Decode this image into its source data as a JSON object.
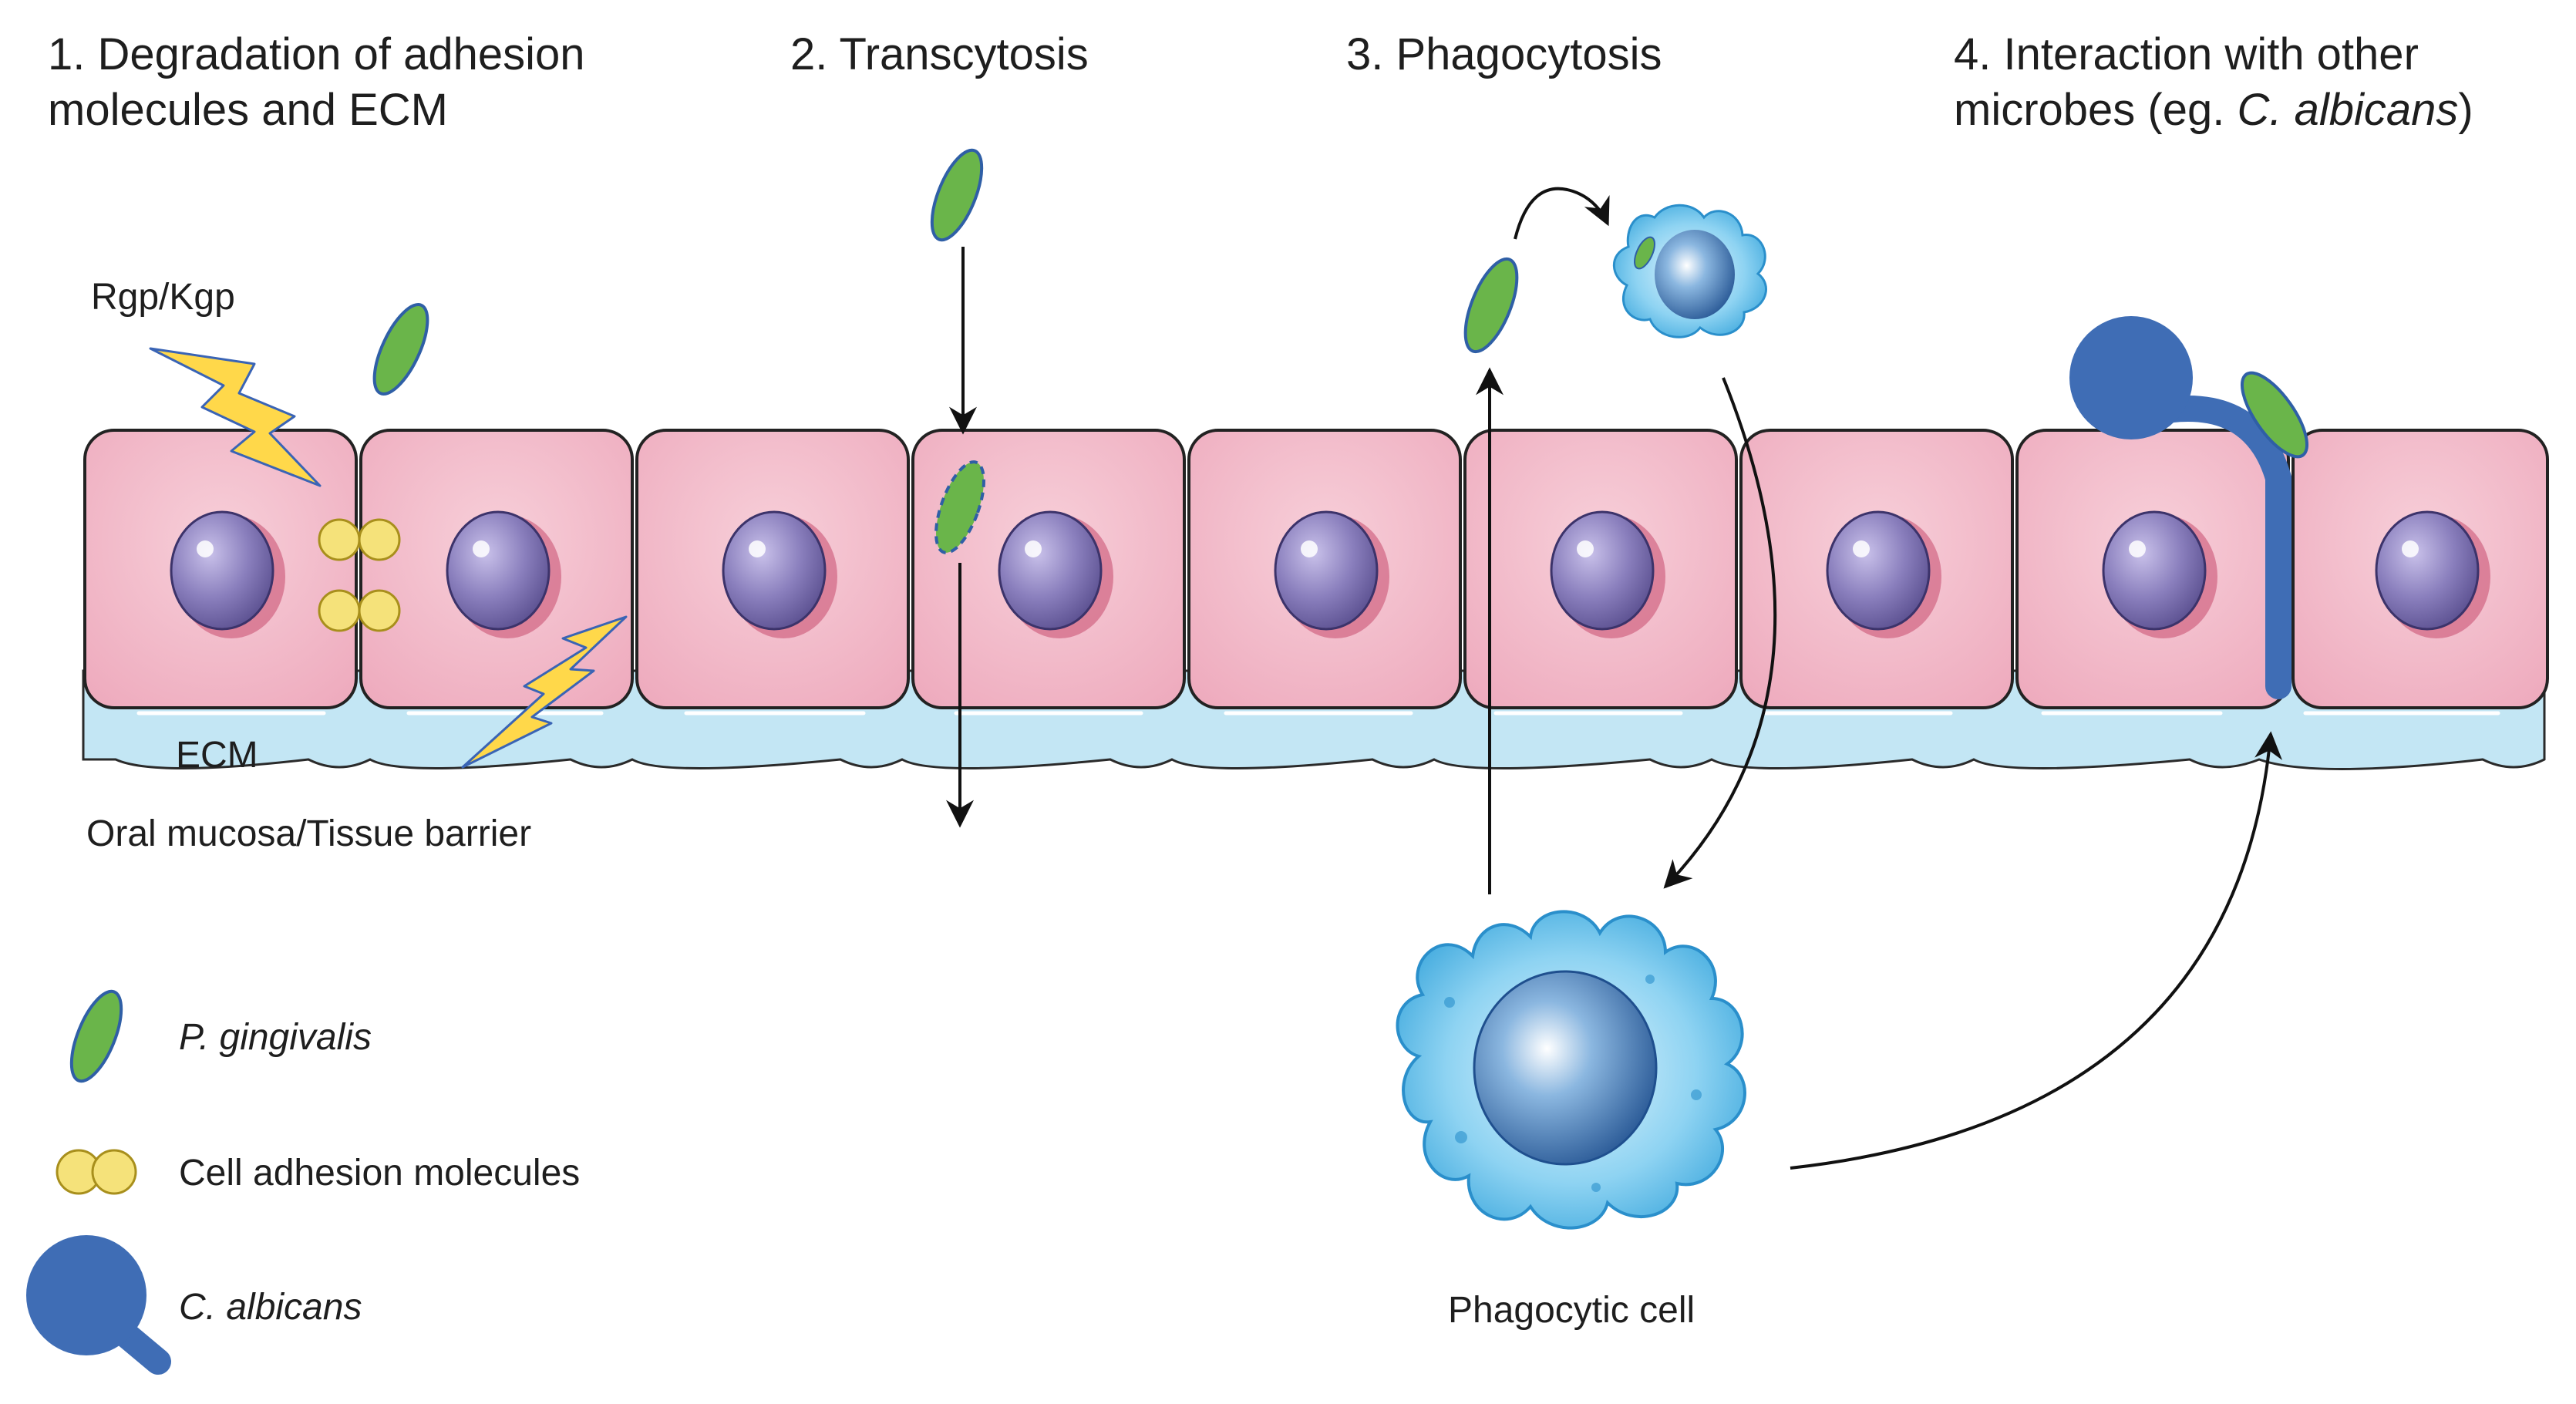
{
  "headings": {
    "h1_line1": "1. Degradation of adhesion",
    "h1_line2": "molecules and ECM",
    "h2": "2. Transcytosis",
    "h3": "3. Phagocytosis",
    "h4_line1": "4. Interaction with other",
    "h4_line2_prefix": "microbes (eg. ",
    "h4_line2_species": "C. albicans",
    "h4_line2_suffix": ")"
  },
  "labels": {
    "protease": "Rgp/Kgp",
    "ecm": "ECM",
    "barrier": "Oral mucosa/Tissue barrier",
    "phagocytic_cell": "Phagocytic cell"
  },
  "legend": {
    "items": [
      {
        "icon": "p-gingivalis-icon",
        "label": "P. gingivalis"
      },
      {
        "icon": "adhesion-molecules-icon",
        "label": "Cell adhesion molecules"
      },
      {
        "icon": "c-albicans-icon",
        "label": "C. albicans"
      }
    ]
  },
  "colors": {
    "epithelial_cell": "#f2bccb",
    "cell_outline": "#222222",
    "nucleus": "#7b6fa8",
    "ecm": "#bfe3f2",
    "p_gingivalis": "#6ab54a",
    "adhesion_molecule": "#f5e27a",
    "c_albicans": "#3f6db5",
    "phagocyte": "#4fb3e3",
    "protease_bolt": "#ffd84a"
  }
}
